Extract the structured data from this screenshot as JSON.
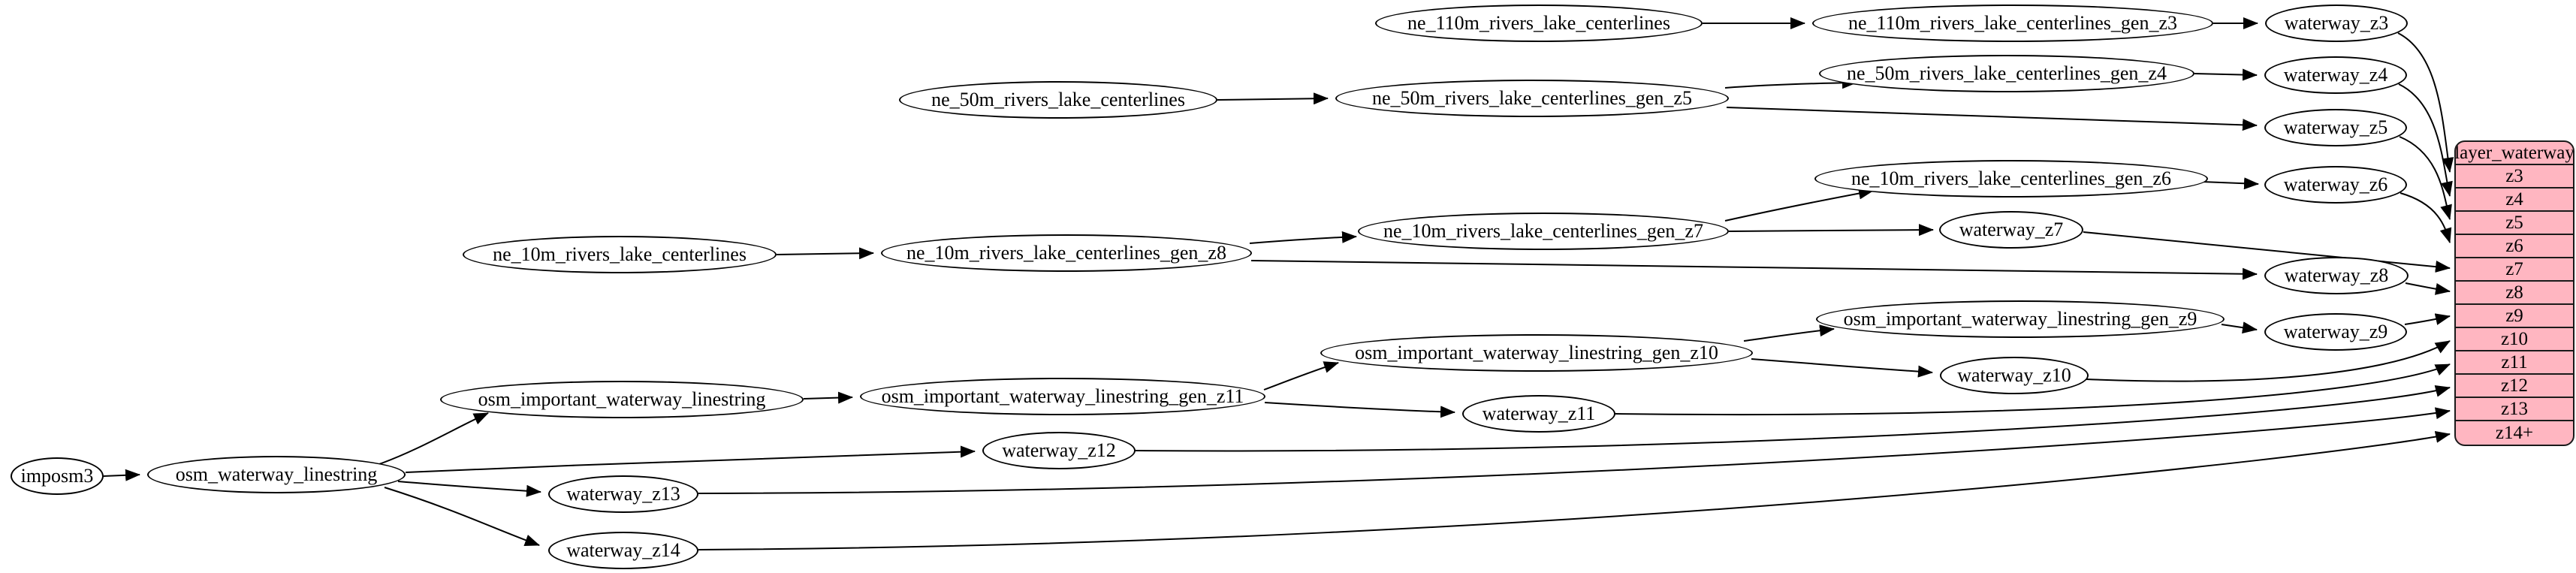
{
  "diagram": {
    "colors": {
      "background": "#ffffff",
      "node_fill": "#ffffff",
      "node_stroke": "#000000",
      "edge_stroke": "#000000",
      "table_fill": "#ffb6c1",
      "table_stroke": "#1a1a1a",
      "text": "#000000"
    },
    "nodes": [
      {
        "id": "imposm3",
        "label": "imposm3"
      },
      {
        "id": "osm_waterway_linestring",
        "label": "osm_waterway_linestring"
      },
      {
        "id": "ne_110m_rivers_lake_centerlines",
        "label": "ne_110m_rivers_lake_centerlines"
      },
      {
        "id": "ne_110m_rivers_lake_centerlines_gen_z3",
        "label": "ne_110m_rivers_lake_centerlines_gen_z3"
      },
      {
        "id": "waterway_z3",
        "label": "waterway_z3"
      },
      {
        "id": "ne_50m_rivers_lake_centerlines",
        "label": "ne_50m_rivers_lake_centerlines"
      },
      {
        "id": "ne_50m_rivers_lake_centerlines_gen_z5",
        "label": "ne_50m_rivers_lake_centerlines_gen_z5"
      },
      {
        "id": "ne_50m_rivers_lake_centerlines_gen_z4",
        "label": "ne_50m_rivers_lake_centerlines_gen_z4"
      },
      {
        "id": "waterway_z4",
        "label": "waterway_z4"
      },
      {
        "id": "waterway_z5",
        "label": "waterway_z5"
      },
      {
        "id": "ne_10m_rivers_lake_centerlines",
        "label": "ne_10m_rivers_lake_centerlines"
      },
      {
        "id": "ne_10m_rivers_lake_centerlines_gen_z8",
        "label": "ne_10m_rivers_lake_centerlines_gen_z8"
      },
      {
        "id": "ne_10m_rivers_lake_centerlines_gen_z7",
        "label": "ne_10m_rivers_lake_centerlines_gen_z7"
      },
      {
        "id": "ne_10m_rivers_lake_centerlines_gen_z6",
        "label": "ne_10m_rivers_lake_centerlines_gen_z6"
      },
      {
        "id": "waterway_z6",
        "label": "waterway_z6"
      },
      {
        "id": "waterway_z7",
        "label": "waterway_z7"
      },
      {
        "id": "waterway_z8",
        "label": "waterway_z8"
      },
      {
        "id": "osm_important_waterway_linestring",
        "label": "osm_important_waterway_linestring"
      },
      {
        "id": "osm_important_waterway_linestring_gen_z11",
        "label": "osm_important_waterway_linestring_gen_z11"
      },
      {
        "id": "osm_important_waterway_linestring_gen_z10",
        "label": "osm_important_waterway_linestring_gen_z10"
      },
      {
        "id": "osm_important_waterway_linestring_gen_z9",
        "label": "osm_important_waterway_linestring_gen_z9"
      },
      {
        "id": "waterway_z9",
        "label": "waterway_z9"
      },
      {
        "id": "waterway_z10",
        "label": "waterway_z10"
      },
      {
        "id": "waterway_z11",
        "label": "waterway_z11"
      },
      {
        "id": "waterway_z12",
        "label": "waterway_z12"
      },
      {
        "id": "waterway_z13",
        "label": "waterway_z13"
      },
      {
        "id": "waterway_z14",
        "label": "waterway_z14"
      }
    ],
    "table": {
      "title": "layer_waterway",
      "rows": [
        "z3",
        "z4",
        "z5",
        "z6",
        "z7",
        "z8",
        "z9",
        "z10",
        "z11",
        "z12",
        "z13",
        "z14+"
      ]
    },
    "edges": [
      {
        "from": "imposm3",
        "to": "osm_waterway_linestring"
      },
      {
        "from": "osm_waterway_linestring",
        "to": "osm_important_waterway_linestring"
      },
      {
        "from": "osm_waterway_linestring",
        "to": "waterway_z12"
      },
      {
        "from": "osm_waterway_linestring",
        "to": "waterway_z13"
      },
      {
        "from": "osm_waterway_linestring",
        "to": "waterway_z14"
      },
      {
        "from": "osm_important_waterway_linestring",
        "to": "osm_important_waterway_linestring_gen_z11"
      },
      {
        "from": "osm_important_waterway_linestring_gen_z11",
        "to": "osm_important_waterway_linestring_gen_z10"
      },
      {
        "from": "osm_important_waterway_linestring_gen_z11",
        "to": "waterway_z11"
      },
      {
        "from": "osm_important_waterway_linestring_gen_z10",
        "to": "osm_important_waterway_linestring_gen_z9"
      },
      {
        "from": "osm_important_waterway_linestring_gen_z10",
        "to": "waterway_z10"
      },
      {
        "from": "osm_important_waterway_linestring_gen_z9",
        "to": "waterway_z9"
      },
      {
        "from": "ne_110m_rivers_lake_centerlines",
        "to": "ne_110m_rivers_lake_centerlines_gen_z3"
      },
      {
        "from": "ne_110m_rivers_lake_centerlines_gen_z3",
        "to": "waterway_z3"
      },
      {
        "from": "ne_50m_rivers_lake_centerlines",
        "to": "ne_50m_rivers_lake_centerlines_gen_z5"
      },
      {
        "from": "ne_50m_rivers_lake_centerlines_gen_z5",
        "to": "ne_50m_rivers_lake_centerlines_gen_z4"
      },
      {
        "from": "ne_50m_rivers_lake_centerlines_gen_z5",
        "to": "waterway_z5"
      },
      {
        "from": "ne_50m_rivers_lake_centerlines_gen_z4",
        "to": "waterway_z4"
      },
      {
        "from": "ne_10m_rivers_lake_centerlines",
        "to": "ne_10m_rivers_lake_centerlines_gen_z8"
      },
      {
        "from": "ne_10m_rivers_lake_centerlines_gen_z8",
        "to": "ne_10m_rivers_lake_centerlines_gen_z7"
      },
      {
        "from": "ne_10m_rivers_lake_centerlines_gen_z8",
        "to": "waterway_z8"
      },
      {
        "from": "ne_10m_rivers_lake_centerlines_gen_z7",
        "to": "ne_10m_rivers_lake_centerlines_gen_z6"
      },
      {
        "from": "ne_10m_rivers_lake_centerlines_gen_z7",
        "to": "waterway_z7"
      },
      {
        "from": "ne_10m_rivers_lake_centerlines_gen_z6",
        "to": "waterway_z6"
      },
      {
        "from": "waterway_z3",
        "to": "layer_waterway.z3"
      },
      {
        "from": "waterway_z4",
        "to": "layer_waterway.z4"
      },
      {
        "from": "waterway_z5",
        "to": "layer_waterway.z5"
      },
      {
        "from": "waterway_z6",
        "to": "layer_waterway.z6"
      },
      {
        "from": "waterway_z7",
        "to": "layer_waterway.z7"
      },
      {
        "from": "waterway_z8",
        "to": "layer_waterway.z8"
      },
      {
        "from": "waterway_z9",
        "to": "layer_waterway.z9"
      },
      {
        "from": "waterway_z10",
        "to": "layer_waterway.z10"
      },
      {
        "from": "waterway_z11",
        "to": "layer_waterway.z11"
      },
      {
        "from": "waterway_z12",
        "to": "layer_waterway.z12"
      },
      {
        "from": "waterway_z13",
        "to": "layer_waterway.z13"
      },
      {
        "from": "waterway_z14",
        "to": "layer_waterway.z14+"
      }
    ]
  }
}
